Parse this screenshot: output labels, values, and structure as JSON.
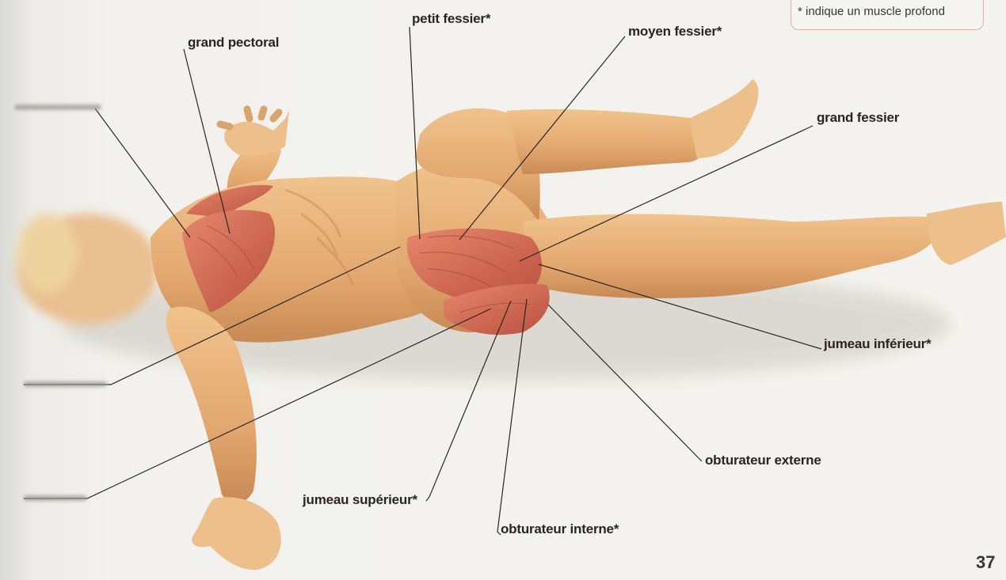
{
  "labels": {
    "grand_pectoral": "grand pectoral",
    "petit_fessier": "petit fessier*",
    "moyen_fessier": "moyen fessier*",
    "grand_fessier": "grand fessier",
    "jumeau_inferieur": "jumeau inférieur*",
    "obturateur_externe": "obturateur externe",
    "jumeau_superieur": "jumeau supérieur*",
    "obturateur_interne": "obturateur interne*"
  },
  "legend": {
    "text": "* indique un muscle profond"
  },
  "page_number": "37",
  "colors": {
    "skin": "#e8b27a",
    "skin_shadow": "#c98a55",
    "muscle": "#d9715a",
    "muscle_dark": "#b24c3c",
    "legend_border": "#e9a7ad",
    "leader_line": "#2b2623"
  }
}
